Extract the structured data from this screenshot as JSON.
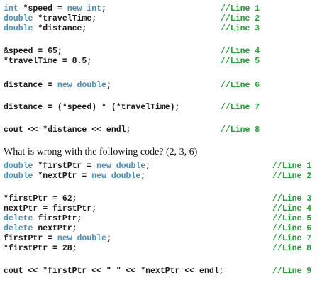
{
  "block1": {
    "lines": [
      {
        "segments": [
          {
            "text": "int",
            "kw": true
          },
          {
            "text": " *speed = ",
            "kw": false
          },
          {
            "text": "new int",
            "kw": true
          },
          {
            "text": ";",
            "kw": false
          }
        ],
        "comment": "//Line 1"
      },
      {
        "segments": [
          {
            "text": "double",
            "kw": true
          },
          {
            "text": " *travelTime;",
            "kw": false
          }
        ],
        "comment": "//Line 2"
      },
      {
        "segments": [
          {
            "text": "double",
            "kw": true
          },
          {
            "text": " *distance;",
            "kw": false
          }
        ],
        "comment": "//Line 3"
      },
      {
        "segments": [
          {
            "text": "&speed = 65;",
            "kw": false
          }
        ],
        "comment": "//Line 4"
      },
      {
        "segments": [
          {
            "text": "*travelTime = 8.5;",
            "kw": false
          }
        ],
        "comment": "//Line 5"
      },
      {
        "segments": [
          {
            "text": "distance = ",
            "kw": false
          },
          {
            "text": "new double",
            "kw": true
          },
          {
            "text": ";",
            "kw": false
          }
        ],
        "comment": "//Line 6"
      },
      {
        "segments": [
          {
            "text": "distance = (*speed) * (*travelTime);",
            "kw": false
          }
        ],
        "comment": "//Line 7"
      },
      {
        "segments": [
          {
            "text": "cout << *distance << endl;",
            "kw": false
          }
        ],
        "comment": "//Line 8"
      }
    ]
  },
  "question": "What is wrong with the following code?  (2, 3, 6)",
  "block2": {
    "lines": [
      {
        "segments": [
          {
            "text": "double",
            "kw": true
          },
          {
            "text": " *firstPtr = ",
            "kw": false
          },
          {
            "text": "new double",
            "kw": true
          },
          {
            "text": ";",
            "kw": false
          }
        ],
        "comment": "//Line 1"
      },
      {
        "segments": [
          {
            "text": "double",
            "kw": true
          },
          {
            "text": " *nextPtr = ",
            "kw": false
          },
          {
            "text": "new double",
            "kw": true
          },
          {
            "text": ";",
            "kw": false
          }
        ],
        "comment": "//Line 2"
      },
      {
        "segments": [
          {
            "text": "*firstPtr = 62;",
            "kw": false
          }
        ],
        "comment": "//Line 3"
      },
      {
        "segments": [
          {
            "text": "nextPtr = firstPtr;",
            "kw": false
          }
        ],
        "comment": "//Line 4"
      },
      {
        "segments": [
          {
            "text": "delete",
            "kw": true
          },
          {
            "text": " firstPtr;",
            "kw": false
          }
        ],
        "comment": "//Line 5"
      },
      {
        "segments": [
          {
            "text": "delete",
            "kw": true
          },
          {
            "text": " nextPtr;",
            "kw": false
          }
        ],
        "comment": "//Line 6"
      },
      {
        "segments": [
          {
            "text": "firstPtr = ",
            "kw": false
          },
          {
            "text": "new double",
            "kw": true
          },
          {
            "text": ";",
            "kw": false
          }
        ],
        "comment": "//Line 7"
      },
      {
        "segments": [
          {
            "text": "*firstPtr = 28;",
            "kw": false
          }
        ],
        "comment": "//Line 8"
      },
      {
        "segments": [
          {
            "text": "cout << *firstPtr << \" \" << *nextPtr << endl;",
            "kw": false
          }
        ],
        "comment": "//Line 9"
      }
    ]
  },
  "colors": {
    "keyword": "#4a8fb8",
    "comment": "#22a534",
    "code": "#1a1a1a",
    "text": "#111111"
  }
}
